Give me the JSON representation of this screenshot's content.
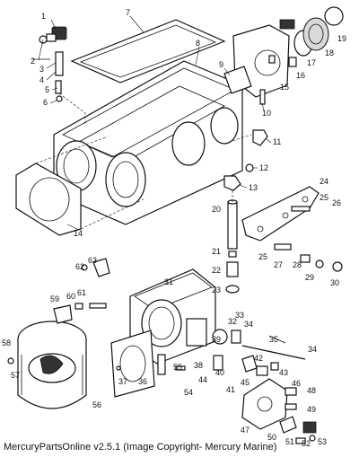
{
  "caption": "MercuryPartsOnline v2.5.1 (Image Copyright- Mercury Marine)",
  "callouts": [
    "1",
    "2",
    "3",
    "4",
    "5",
    "6",
    "7",
    "8",
    "9",
    "10",
    "11",
    "12",
    "13",
    "14",
    "15",
    "16",
    "17",
    "18",
    "19",
    "20",
    "21",
    "22",
    "23",
    "24",
    "25",
    "26",
    "27",
    "28",
    "29",
    "30",
    "31",
    "32",
    "33",
    "34",
    "35",
    "36",
    "37",
    "38",
    "39",
    "40",
    "41",
    "42",
    "43",
    "44",
    "45",
    "46",
    "47",
    "48",
    "49",
    "50",
    "51",
    "52",
    "53",
    "54",
    "55",
    "56",
    "57",
    "58",
    "59",
    "60",
    "61",
    "62",
    "63",
    "34",
    "25"
  ]
}
